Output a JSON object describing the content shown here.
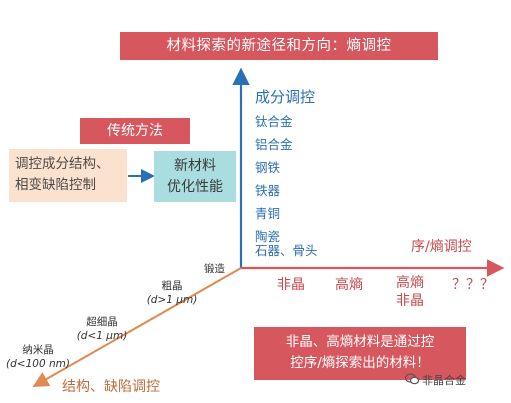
{
  "title": "材料探索的新途径和方向：熵调控",
  "traditional": {
    "label": "传统方法",
    "source_lines": [
      "调控成分结构、",
      "相变缺陷控制"
    ],
    "target_lines": [
      "新材料",
      "优化性能"
    ]
  },
  "y_axis": {
    "title": "成分调控",
    "items": [
      "钛合金",
      "铝合金",
      "钢铁",
      "铁器",
      "青铜",
      "陶瓷",
      "石器、骨头"
    ]
  },
  "x_axis": {
    "title": "序/熵调控",
    "items": {
      "amorphous": "非晶",
      "high_entropy": "高熵",
      "he_line1": "高熵",
      "he_line2": "非晶",
      "unknown": "？？？"
    }
  },
  "d_axis": {
    "title": "结构、缺陷调控",
    "items": {
      "forged": "锻造",
      "coarse": "粗晶",
      "coarse_size": "(d>1 μm)",
      "ultrafine": "超细晶",
      "ultrafine_size": "(d<1 μm)",
      "nano": "纳米晶",
      "nano_size": "(d<100 nm)"
    }
  },
  "conclusion_lines": [
    "非晶、高熵材料是通过控",
    "控序/熵探索出的材料！"
  ],
  "watermark": "非晶合金",
  "colors": {
    "banner": "#d6575e",
    "y_axis": "#2b6fb5",
    "x_axis": "#d6575e",
    "d_axis": "#e08a52",
    "trad_arrow": "#2b6fb5"
  }
}
